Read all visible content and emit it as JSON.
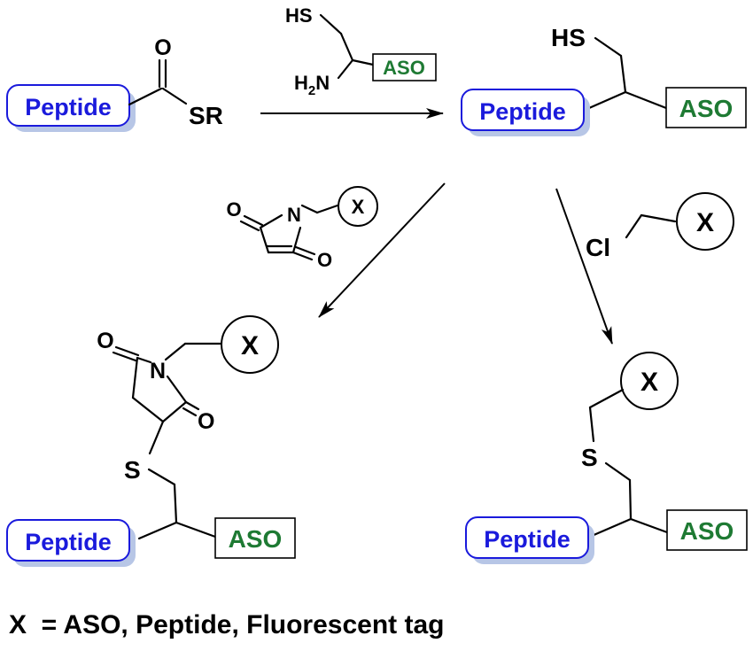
{
  "labels": {
    "peptide": "Peptide",
    "aso": "ASO",
    "x": "X",
    "o": "O",
    "n": "N",
    "s": "S",
    "sr": "SR",
    "hs": "HS",
    "h2n_h": "H",
    "h2n_sub": "2",
    "h2n_n": "N",
    "cl": "Cl"
  },
  "legend": "X  = ASO, Peptide, Fluorescent tag",
  "colors": {
    "peptide_text": "#1a1adc",
    "peptide_shadow": "#b7c6e6",
    "aso_text": "#1e7a33"
  }
}
